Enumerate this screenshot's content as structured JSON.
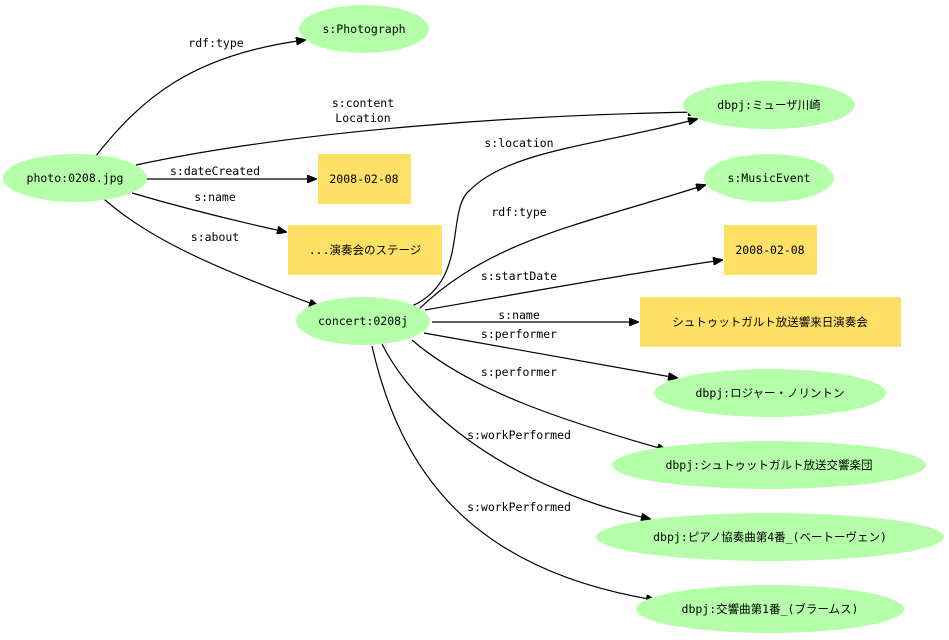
{
  "nodes": {
    "photo": "photo:0208.jpg",
    "photograph": "s:Photograph",
    "muza": "dbpj:ミューザ川崎",
    "date1": "2008-02-08",
    "stage": "...演奏会のステージ",
    "concert": "concert:0208j",
    "music_event": "s:MusicEvent",
    "date2": "2008-02-08",
    "concert_name": "シュトゥットガルト放送響来日演奏会",
    "norrington": "dbpj:ロジャー・ノリントン",
    "orchestra": "dbpj:シュトゥットガルト放送交響楽団",
    "beethoven": "dbpj:ピアノ協奏曲第4番_(ベートーヴェン)",
    "brahms": "dbpj:交響曲第1番_(ブラームス)"
  },
  "edges": {
    "photo_type": "rdf:type",
    "content_location_1": "s:content",
    "content_location_2": "Location",
    "date_created": "s:dateCreated",
    "photo_name": "s:name",
    "about": "s:about",
    "location": "s:location",
    "concert_type": "rdf:type",
    "start_date": "s:startDate",
    "concert_name": "s:name",
    "performer_1": "s:performer",
    "performer_2": "s:performer",
    "work_1": "s:workPerformed",
    "work_2": "s:workPerformed"
  },
  "colors": {
    "resource_fill": "#b5ffaa",
    "literal_fill": "#ffe066"
  }
}
